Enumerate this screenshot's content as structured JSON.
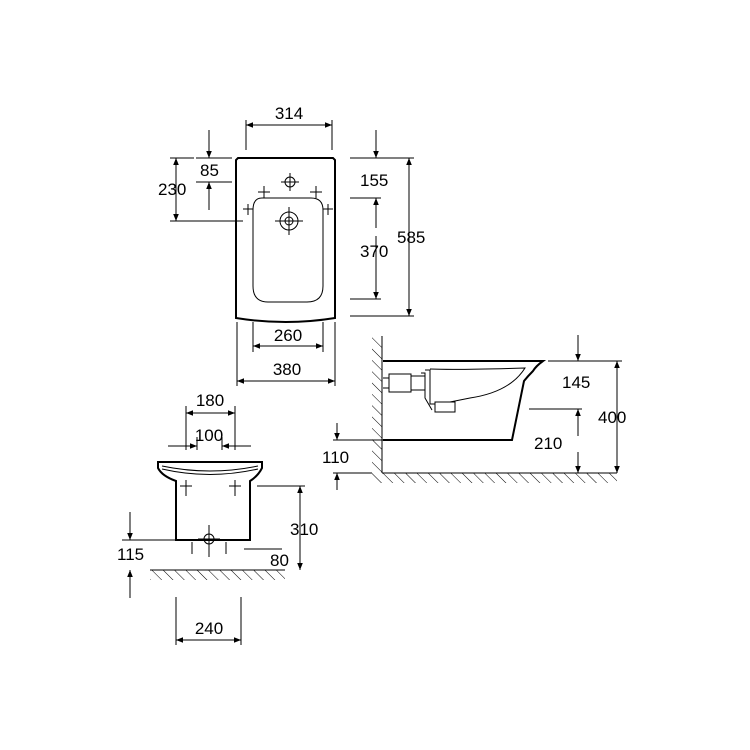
{
  "dimensions": {
    "top_width": "314",
    "top_offset_85": "85",
    "top_offset_230": "230",
    "top_155": "155",
    "top_370": "370",
    "top_585": "585",
    "bottom_260": "260",
    "bottom_380": "380",
    "front_180": "180",
    "front_100": "100",
    "front_310": "310",
    "front_115": "115",
    "front_80": "80",
    "front_240": "240",
    "side_145": "145",
    "side_400": "400",
    "side_210": "210",
    "side_110": "110"
  }
}
